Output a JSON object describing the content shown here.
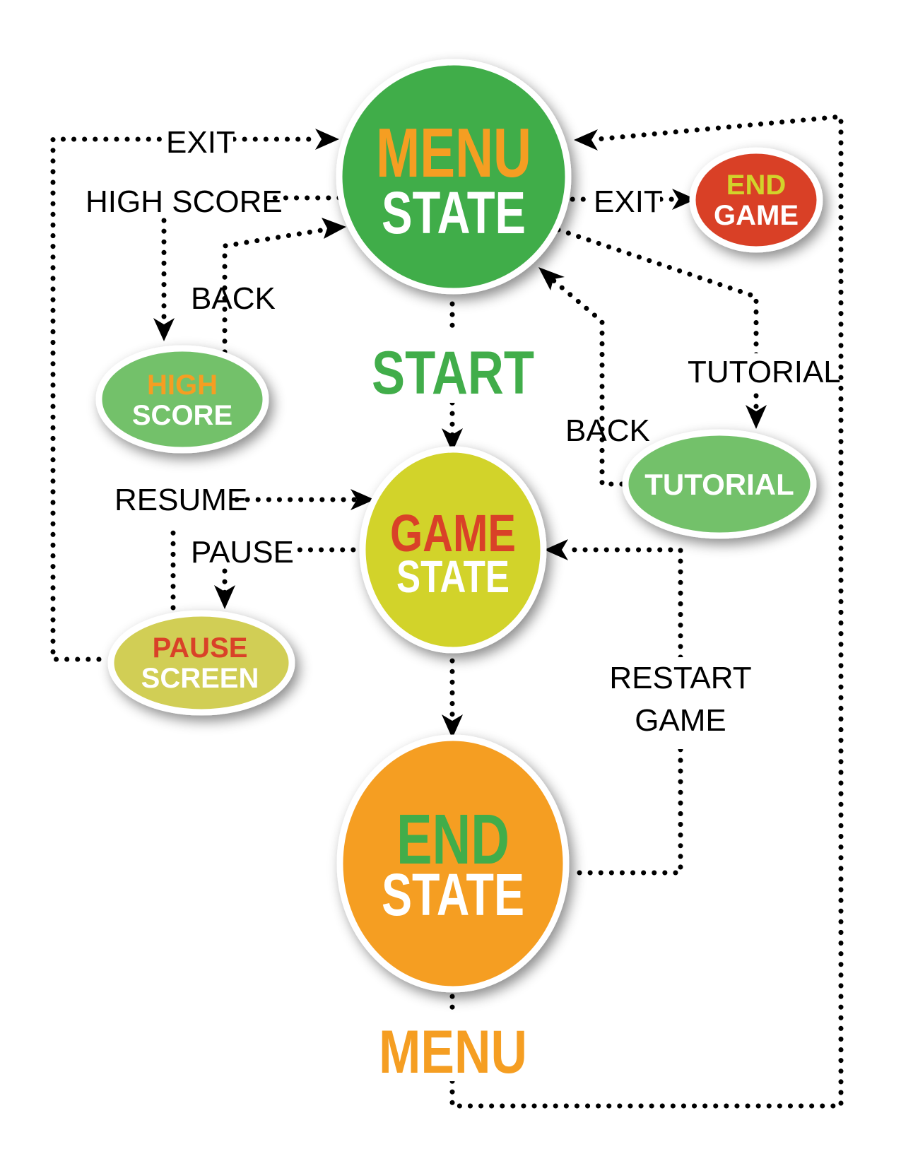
{
  "colors": {
    "green": "#41ad4a",
    "light_green": "#73c16b",
    "lime": "#d2d32b",
    "olive": "#d1ce55",
    "orange": "#f59e22",
    "red": "#d94128",
    "white": "#ffffff",
    "line": "#000000"
  },
  "nodes": {
    "menu_state": {
      "line1": "MENU",
      "line2": "STATE"
    },
    "game_state": {
      "line1": "GAME",
      "line2": "STATE"
    },
    "end_state": {
      "line1": "END",
      "line2": "STATE"
    },
    "end_game": {
      "line1": "END",
      "line2": "GAME"
    },
    "high_score": {
      "line1": "HIGH",
      "line2": "SCORE"
    },
    "tutorial": {
      "line1": "TUTORIAL"
    },
    "pause_screen": {
      "line1": "PAUSE",
      "line2": "SCREEN"
    }
  },
  "edge_labels": {
    "exit_left": "EXIT",
    "high_score": "HIGH SCORE",
    "back_high_score": "BACK",
    "exit_right": "EXIT",
    "tutorial": "TUTORIAL",
    "back_tutorial": "BACK",
    "resume": "RESUME",
    "pause": "PAUSE",
    "restart_line1": "RESTART",
    "restart_line2": "GAME"
  },
  "big_labels": {
    "start": "START",
    "menu": "MENU"
  }
}
